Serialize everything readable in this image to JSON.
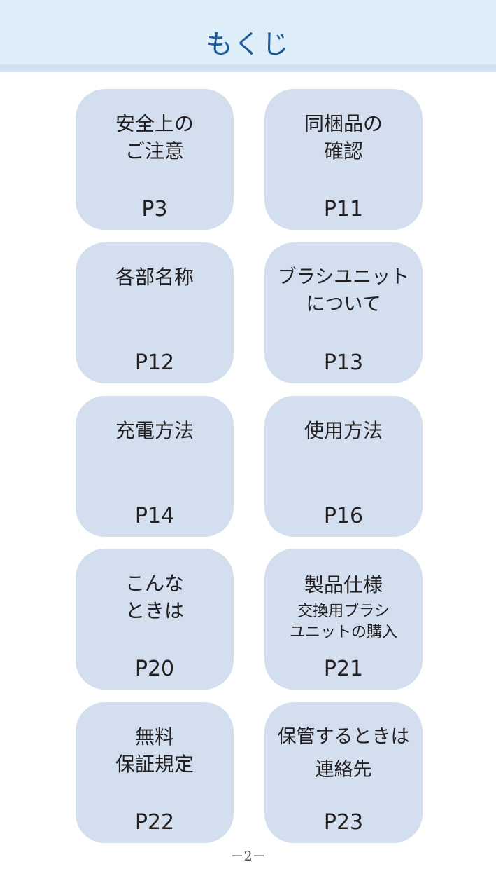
{
  "title": "もくじ",
  "items": [
    {
      "title": "安全上の\nご注意",
      "page": "P3"
    },
    {
      "title": "同梱品の\n確認",
      "page": "P11"
    },
    {
      "title": "各部名称",
      "page": "P12"
    },
    {
      "title": "ブラシユニット\nについて",
      "page": "P13"
    },
    {
      "title": "充電方法",
      "page": "P14"
    },
    {
      "title": "使用方法",
      "page": "P16"
    },
    {
      "title": "こんな\nときは",
      "page": "P20"
    },
    {
      "title": "製品仕様",
      "subtitle": "交換用ブラシ\nユニットの購入",
      "page": "P21"
    },
    {
      "title": "無料\n保証規定",
      "page": "P22"
    },
    {
      "title": "保管するときは\n連絡先",
      "page": "P23"
    }
  ],
  "footer": {
    "page_number": "－2－"
  }
}
